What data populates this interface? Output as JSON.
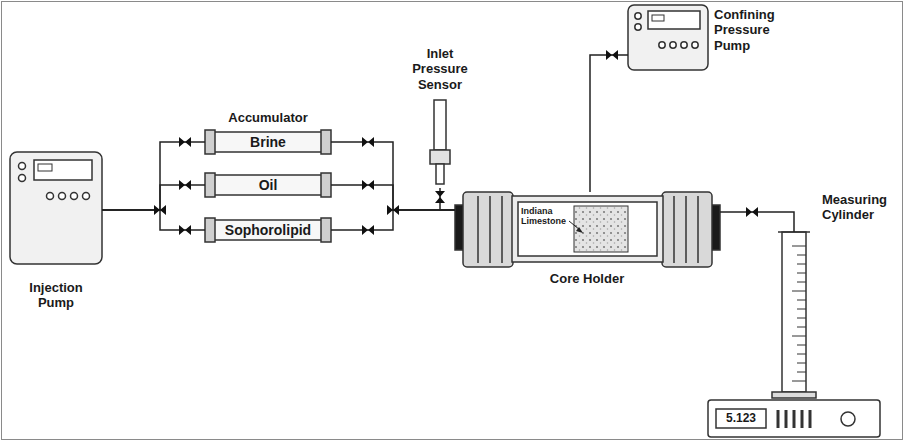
{
  "diagram": {
    "nodes": [
      {
        "text": [
          "Injection Pump"
        ]
      },
      {
        "text": [
          "Brine"
        ]
      },
      {
        "text": [
          "Oil"
        ]
      },
      {
        "text": [
          "Sophorolipid"
        ]
      },
      {
        "text": [
          "Inlet Pressure Sensor"
        ]
      },
      {
        "text": [
          "Core Holder"
        ]
      },
      {
        "text": [
          "Confining Pressure Pump"
        ]
      },
      {
        "text": [
          "Measuring Cylinder"
        ]
      },
      {
        "text": [
          "5.123"
        ]
      }
    ],
    "edges": [
      {
        "from": 0,
        "to": 1,
        "arrow": "none"
      },
      {
        "from": 0,
        "to": 2,
        "arrow": "none"
      },
      {
        "from": 0,
        "to": 3,
        "arrow": "none"
      },
      {
        "from": 1,
        "to": 5,
        "arrow": "none"
      },
      {
        "from": 2,
        "to": 5,
        "arrow": "none"
      },
      {
        "from": 3,
        "to": 5,
        "arrow": "none"
      },
      {
        "from": 4,
        "to": 5,
        "arrow": "none"
      },
      {
        "from": 6,
        "to": 5,
        "arrow": "none"
      },
      {
        "from": 5,
        "to": 7,
        "arrow": "none"
      }
    ],
    "labels": [
      "Accumulator",
      "Indiana Limestone"
    ]
  }
}
